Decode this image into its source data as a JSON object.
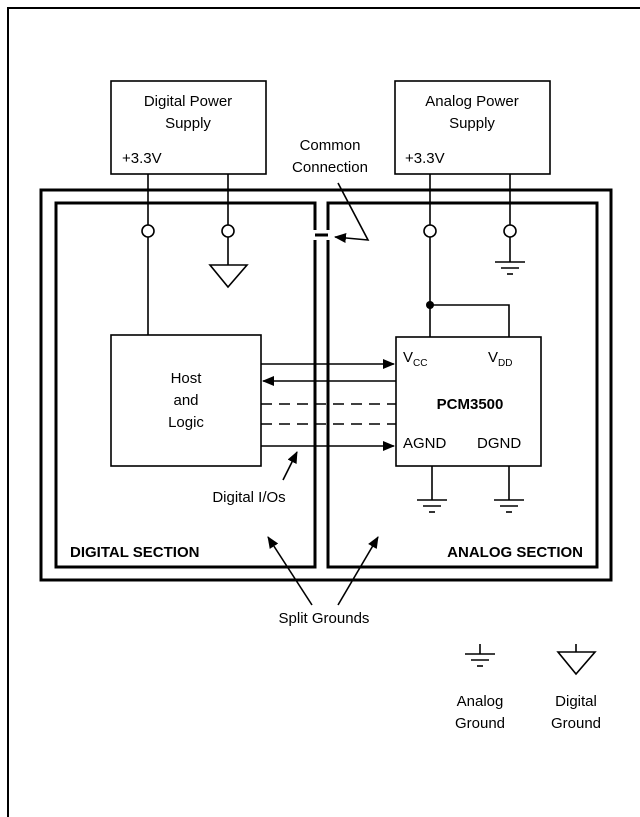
{
  "digital_supply": {
    "line1": "Digital Power",
    "line2": "Supply",
    "voltage": "+3.3V"
  },
  "analog_supply": {
    "line1": "Analog Power",
    "line2": "Supply",
    "voltage": "+3.3V"
  },
  "common_connection": {
    "line1": "Common",
    "line2": "Connection"
  },
  "host": {
    "line1": "Host",
    "line2": "and",
    "line3": "Logic"
  },
  "chip": {
    "name": "PCM3500",
    "vcc_main": "V",
    "vcc_sub": "CC",
    "vdd_main": "V",
    "vdd_sub": "DD",
    "agnd": "AGND",
    "dgnd": "DGND"
  },
  "digital_ios": "Digital I/Os",
  "digital_section": "DIGITAL SECTION",
  "analog_section": "ANALOG SECTION",
  "split_grounds": "Split Grounds",
  "legend": {
    "analog_line1": "Analog",
    "analog_line2": "Ground",
    "digital_line1": "Digital",
    "digital_line2": "Ground"
  }
}
